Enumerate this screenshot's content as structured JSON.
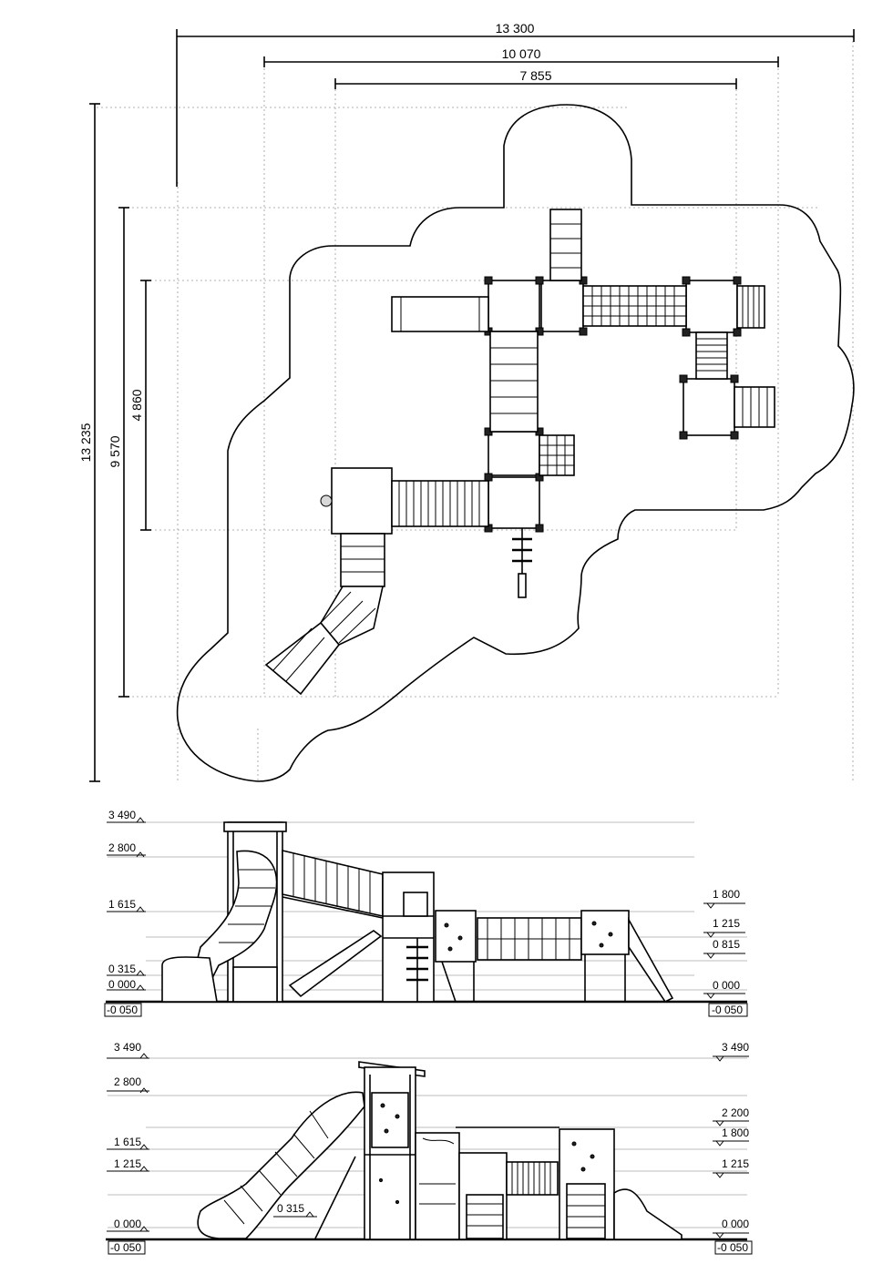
{
  "plan": {
    "width_dims": [
      "13 300",
      "10 070",
      "7 855"
    ],
    "height_dims": [
      "13 235",
      "9 570",
      "4 860"
    ]
  },
  "elevation_front": {
    "left_levels": [
      "3 490",
      "2 800",
      "1 615",
      "0 315",
      "0 000",
      "-0 050"
    ],
    "right_levels": [
      "1 800",
      "1 215",
      "0 815",
      "0 000",
      "-0 050"
    ]
  },
  "elevation_side": {
    "left_levels": [
      "3 490",
      "2 800",
      "1 615",
      "1 215",
      "0 000",
      "-0 050"
    ],
    "inner_level": "0 315",
    "right_levels": [
      "3 490",
      "2 200",
      "1 800",
      "1 215",
      "0 000",
      "-0 050"
    ]
  }
}
